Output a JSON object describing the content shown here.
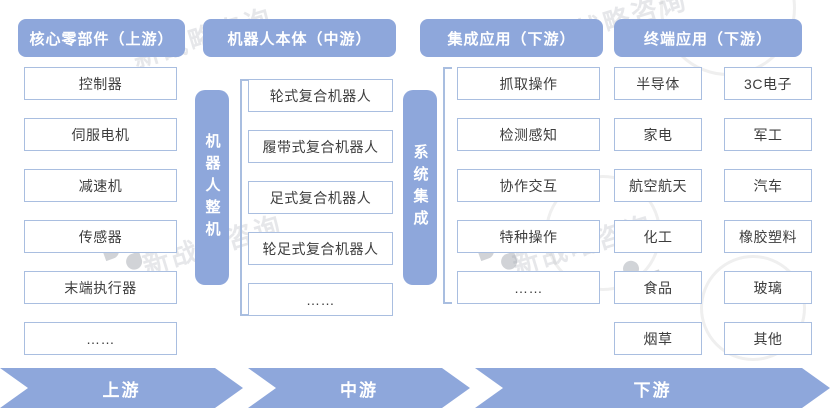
{
  "headers": [
    {
      "label": "核心零部件（上游）"
    },
    {
      "label": "机器人本体（中游）"
    },
    {
      "label": "集成应用（下游）"
    },
    {
      "label": "终端应用（下游）"
    }
  ],
  "columns": {
    "core_components": {
      "items": [
        "控制器",
        "伺服电机",
        "减速机",
        "传感器",
        "末端执行器",
        "……"
      ]
    },
    "robot_body": {
      "bar_label": "机器人整机",
      "items": [
        "轮式复合机器人",
        "履带式复合机器人",
        "足式复合机器人",
        "轮足式复合机器人",
        "……"
      ]
    },
    "integration": {
      "bar_label": "系统集成",
      "items": [
        "抓取操作",
        "检测感知",
        "协作交互",
        "特种操作",
        "……"
      ]
    },
    "terminal": {
      "col_a": [
        "半导体",
        "家电",
        "航空航天",
        "化工",
        "食品",
        "烟草"
      ],
      "col_b": [
        "3C电子",
        "军工",
        "汽车",
        "橡胶塑料",
        "玻璃",
        "其他"
      ]
    }
  },
  "arrows": [
    {
      "label": "上游"
    },
    {
      "label": "中游"
    },
    {
      "label": "下游"
    }
  ],
  "watermark": {
    "text": "新战略咨询"
  },
  "colors": {
    "primary_blue": "#8ea7db",
    "box_border": "#a9bee0",
    "box_text": "#3d3d3d"
  }
}
